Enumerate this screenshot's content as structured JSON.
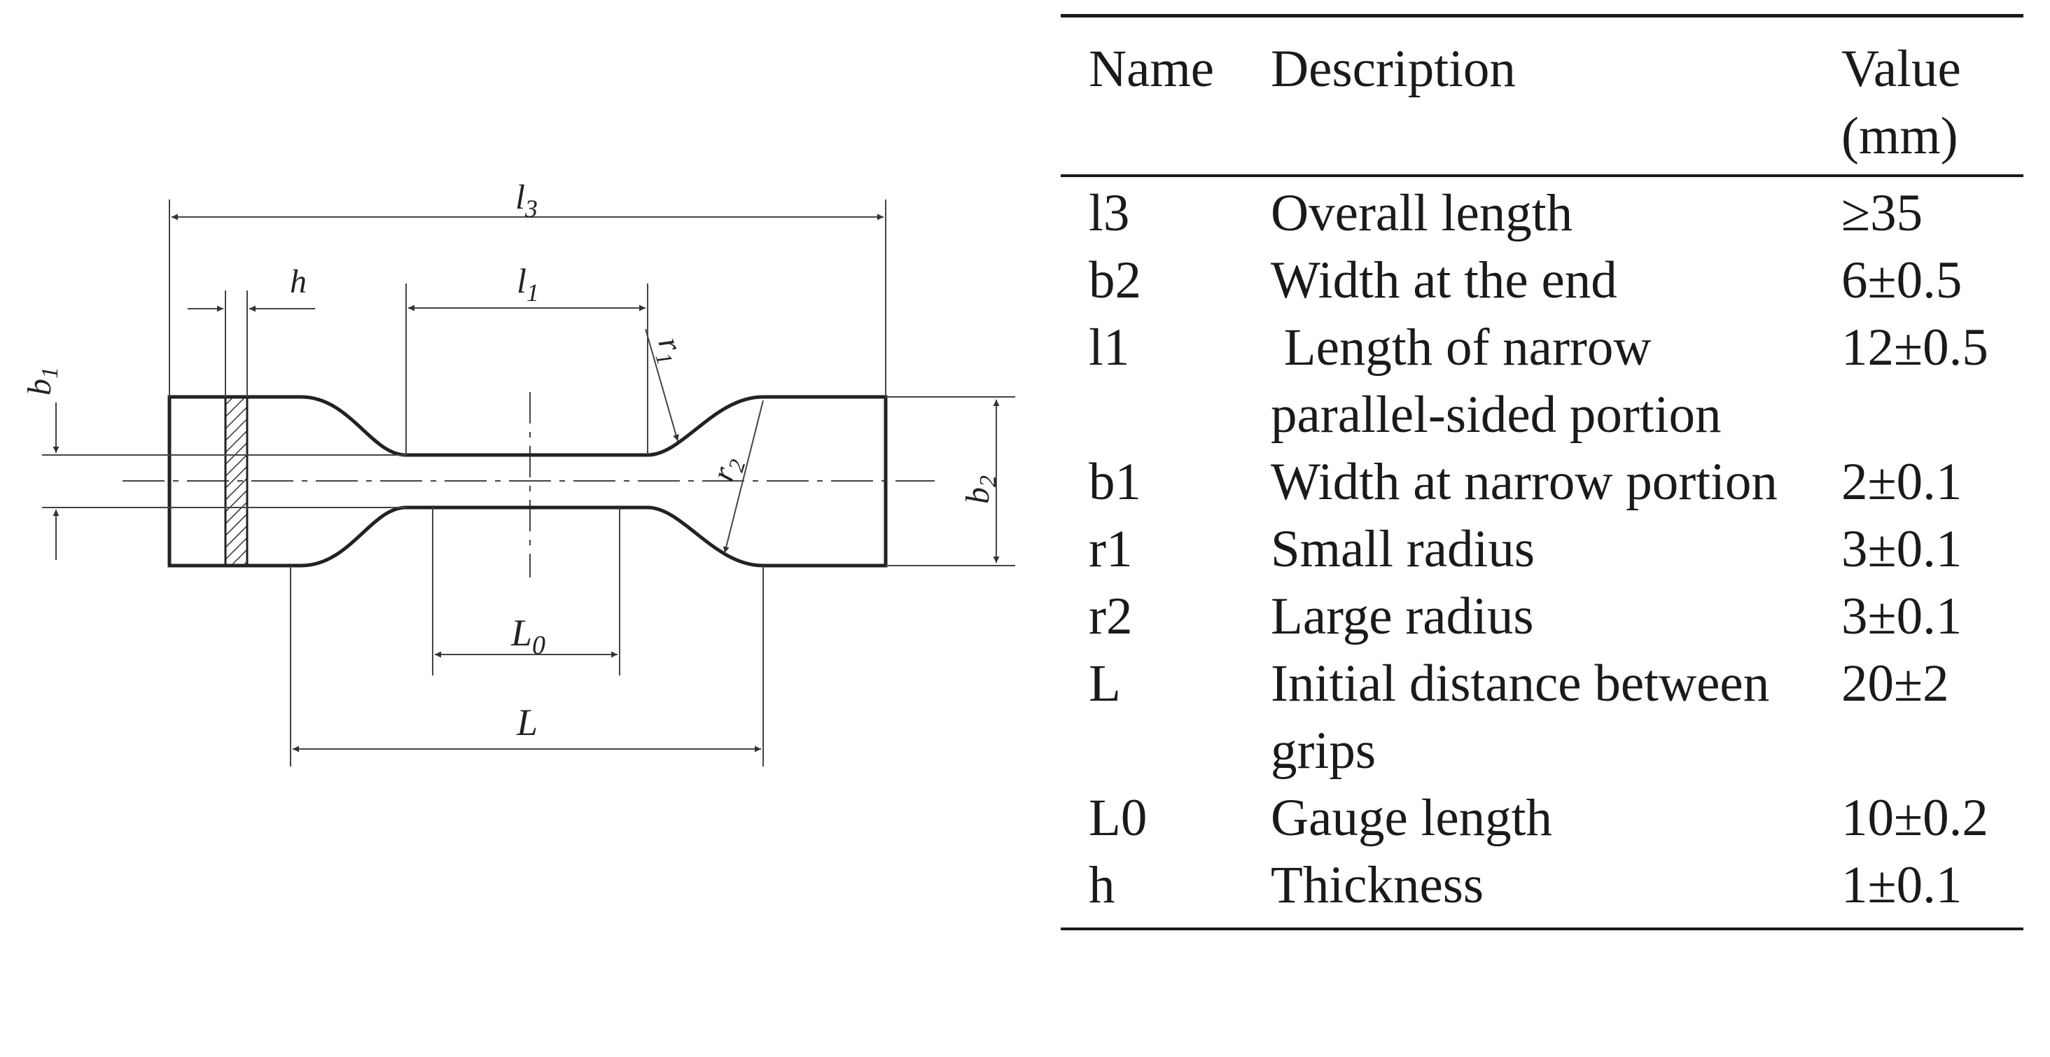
{
  "drawing": {
    "labels": {
      "l3": "l",
      "l3_sub": "3",
      "l1": "l",
      "l1_sub": "1",
      "h": "h",
      "b1": "b",
      "b1_sub": "1",
      "b2": "b",
      "b2_sub": "2",
      "r1": "r",
      "r1_sub": "1",
      "r2": "r",
      "r2_sub": "2",
      "L0": "L",
      "L0_sub": "0",
      "L": "L"
    }
  },
  "table": {
    "headers": {
      "name": "Name",
      "description": "Description",
      "value_line1": "Value",
      "value_line2": "(mm)"
    },
    "rows": [
      {
        "name": "l3",
        "description": "Overall length",
        "value": "≥35"
      },
      {
        "name": "b2",
        "description": "Width at the end",
        "value": "6±0.5"
      },
      {
        "name": "l1",
        "description": " Length of narrow parallel-sided portion",
        "value": "12±0.5"
      },
      {
        "name": "b1",
        "description": "Width at narrow portion",
        "value": "2±0.1"
      },
      {
        "name": "r1",
        "description": "Small radius",
        "value": "3±0.1"
      },
      {
        "name": "r2",
        "description": "Large radius",
        "value": "3±0.1"
      },
      {
        "name": "L",
        "description": "Initial distance between grips",
        "value": "20±2"
      },
      {
        "name": "L0",
        "description": "Gauge length",
        "value": "10±0.2"
      },
      {
        "name": "h",
        "description": "Thickness",
        "value": "1±0.1"
      }
    ]
  }
}
